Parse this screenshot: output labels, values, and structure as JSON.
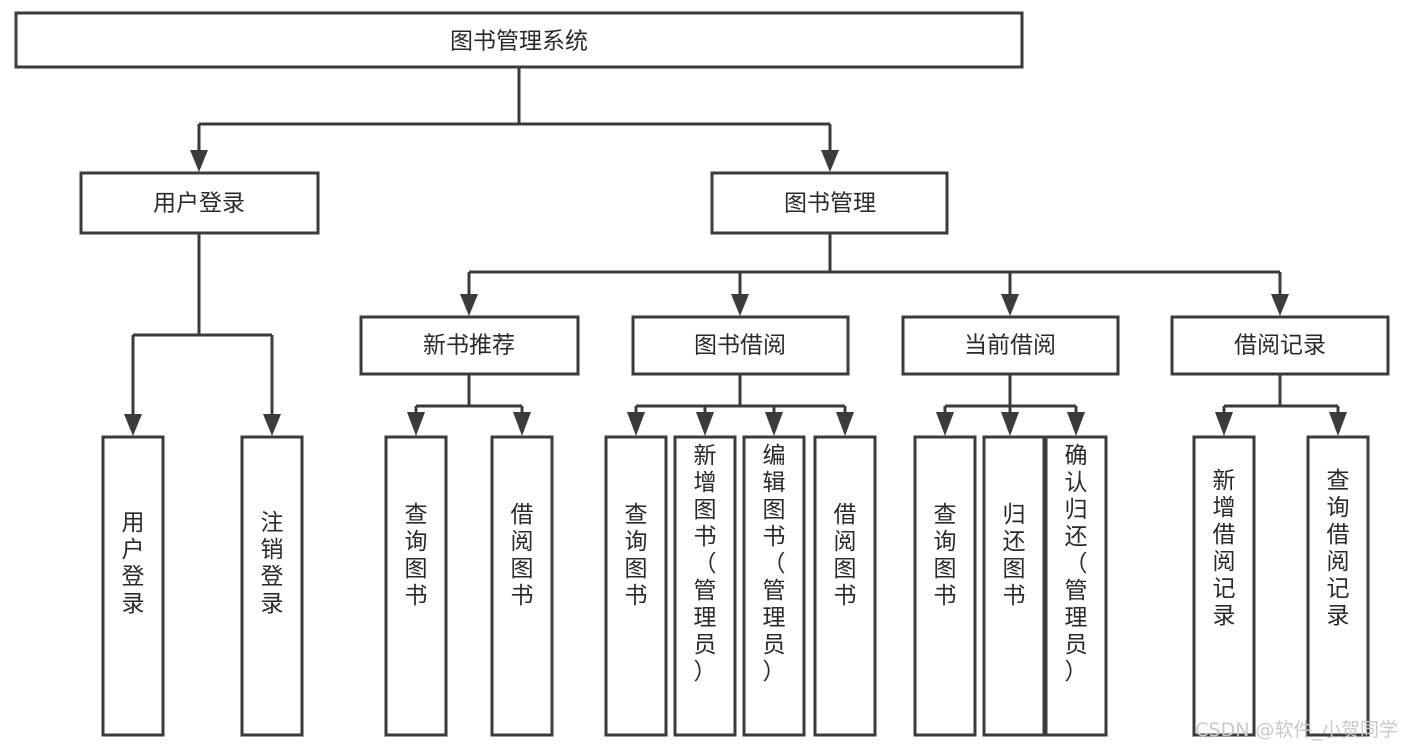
{
  "diagram": {
    "type": "tree-hierarchy",
    "title": "图书管理系统",
    "orientation": "top-down",
    "colors": {
      "box_fill": "#ffffff",
      "box_stroke": "#3b3b3b",
      "text": "#2a2a2a",
      "connector": "#3b3b3b",
      "watermark": "#c9c9c9",
      "background": "#ffffff"
    },
    "root": {
      "id": "root",
      "label": "图书管理系统"
    },
    "level1": [
      {
        "id": "user-login",
        "label": "用户登录"
      },
      {
        "id": "book-management",
        "label": "图书管理"
      }
    ],
    "level2": [
      {
        "id": "new-book-recommend",
        "label": "新书推荐",
        "parent": "book-management"
      },
      {
        "id": "book-borrow",
        "label": "图书借阅",
        "parent": "book-management"
      },
      {
        "id": "current-borrow",
        "label": "当前借阅",
        "parent": "book-management"
      },
      {
        "id": "borrow-record",
        "label": "借阅记录",
        "parent": "book-management"
      }
    ],
    "leaves": {
      "user-login": [
        {
          "id": "leaf-user-login",
          "label": "用户登录"
        },
        {
          "id": "leaf-user-logout",
          "label": "注销登录"
        }
      ],
      "new-book-recommend": [
        {
          "id": "leaf-query-book-1",
          "label": "查询图书"
        },
        {
          "id": "leaf-borrow-book-1",
          "label": "借阅图书"
        }
      ],
      "book-borrow": [
        {
          "id": "leaf-query-book-2",
          "label": "查询图书"
        },
        {
          "id": "leaf-add-book",
          "label": "新增图书（管理员）"
        },
        {
          "id": "leaf-edit-book",
          "label": "编辑图书（管理员）"
        },
        {
          "id": "leaf-borrow-book-2",
          "label": "借阅图书"
        }
      ],
      "current-borrow": [
        {
          "id": "leaf-query-book-3",
          "label": "查询图书"
        },
        {
          "id": "leaf-return-book",
          "label": "归还图书"
        },
        {
          "id": "leaf-confirm-return",
          "label": "确认归还（管理员）"
        }
      ],
      "borrow-record": [
        {
          "id": "leaf-add-record",
          "label": "新增借阅记录"
        },
        {
          "id": "leaf-query-record",
          "label": "查询借阅记录"
        }
      ]
    }
  },
  "watermark": {
    "label": "CSDN @软件_小贺同学"
  }
}
